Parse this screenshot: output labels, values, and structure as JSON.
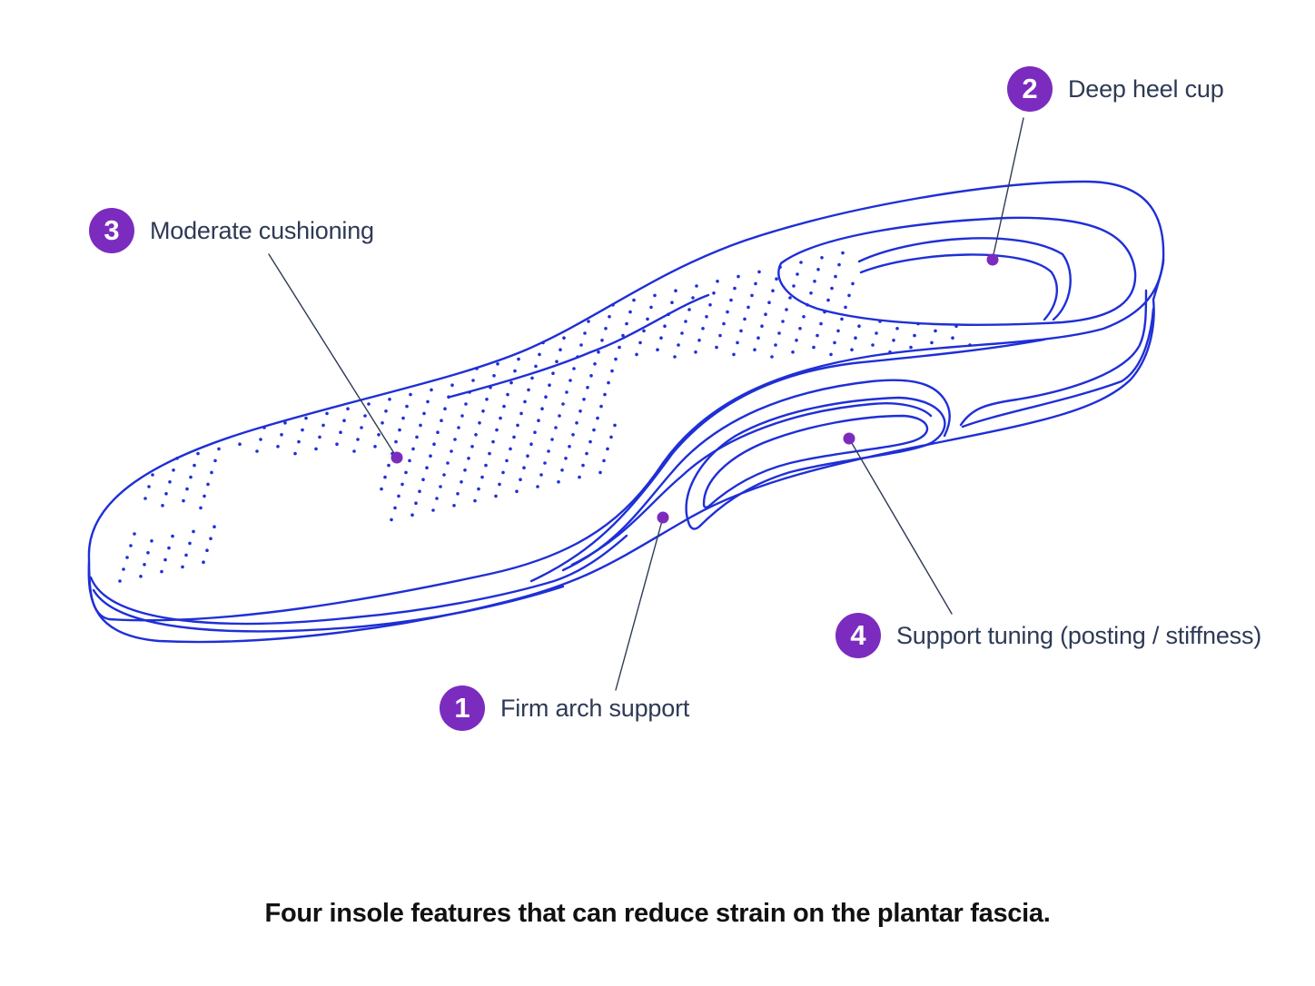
{
  "caption": "Four insole features that can reduce strain on the plantar fascia.",
  "colors": {
    "outline": "#1f2fd6",
    "badge": "#7b2cbf",
    "marker": "#7b2cbf",
    "leader": "#2e3a55",
    "label_text": "#2e3a55"
  },
  "callouts": [
    {
      "number": "1",
      "label": "Firm arch support"
    },
    {
      "number": "2",
      "label": "Deep heel cup"
    },
    {
      "number": "3",
      "label": "Moderate cushioning"
    },
    {
      "number": "4",
      "label": "Support tuning (posting / stiffness)"
    }
  ]
}
